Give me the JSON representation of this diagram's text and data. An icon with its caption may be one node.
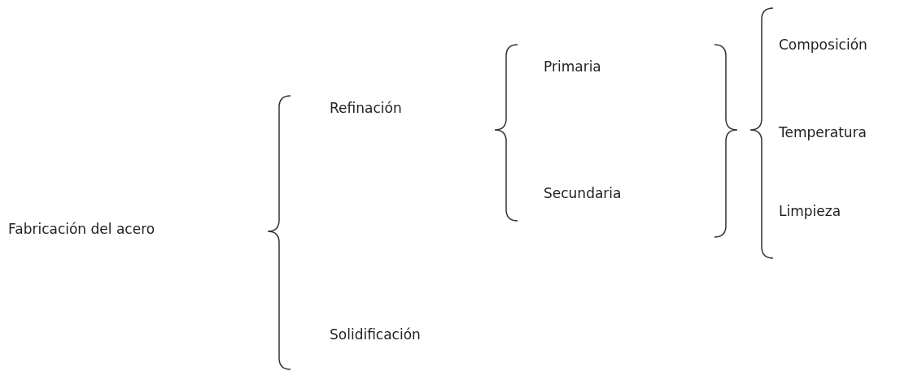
{
  "diagram": {
    "labels": [
      "Fabricación del acero",
      "Refinación",
      "Primaria",
      "Secundaria",
      "Composición",
      "Temperatura",
      "Limpieza",
      "Solidificación"
    ]
  }
}
